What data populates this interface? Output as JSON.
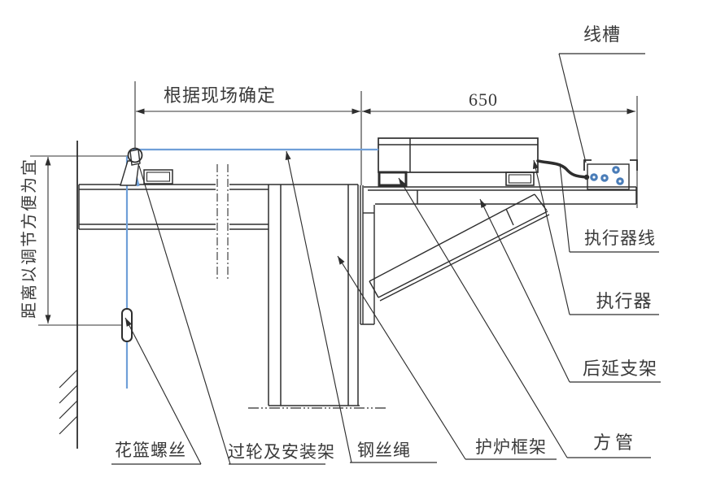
{
  "drawing": {
    "dimensions": {
      "site_note": "根据现场确定",
      "span": "650",
      "vertical_note": "距离以调节方便为宜"
    },
    "labels": {
      "wire_trough": "线槽",
      "actuator_wire": "执行器线",
      "actuator": "执行器",
      "rear_bracket": "后延支架",
      "square_tube": "方管",
      "furnace_frame": "护炉框架",
      "wire_rope": "钢丝绳",
      "pulley_mount": "过轮及安装架",
      "turnbuckle": "花篮螺丝"
    },
    "colors": {
      "rope": "#6f9fd8",
      "ink": "#2e2e2e",
      "terminal_dot": "#4a7db8",
      "background": "#ffffff"
    }
  }
}
